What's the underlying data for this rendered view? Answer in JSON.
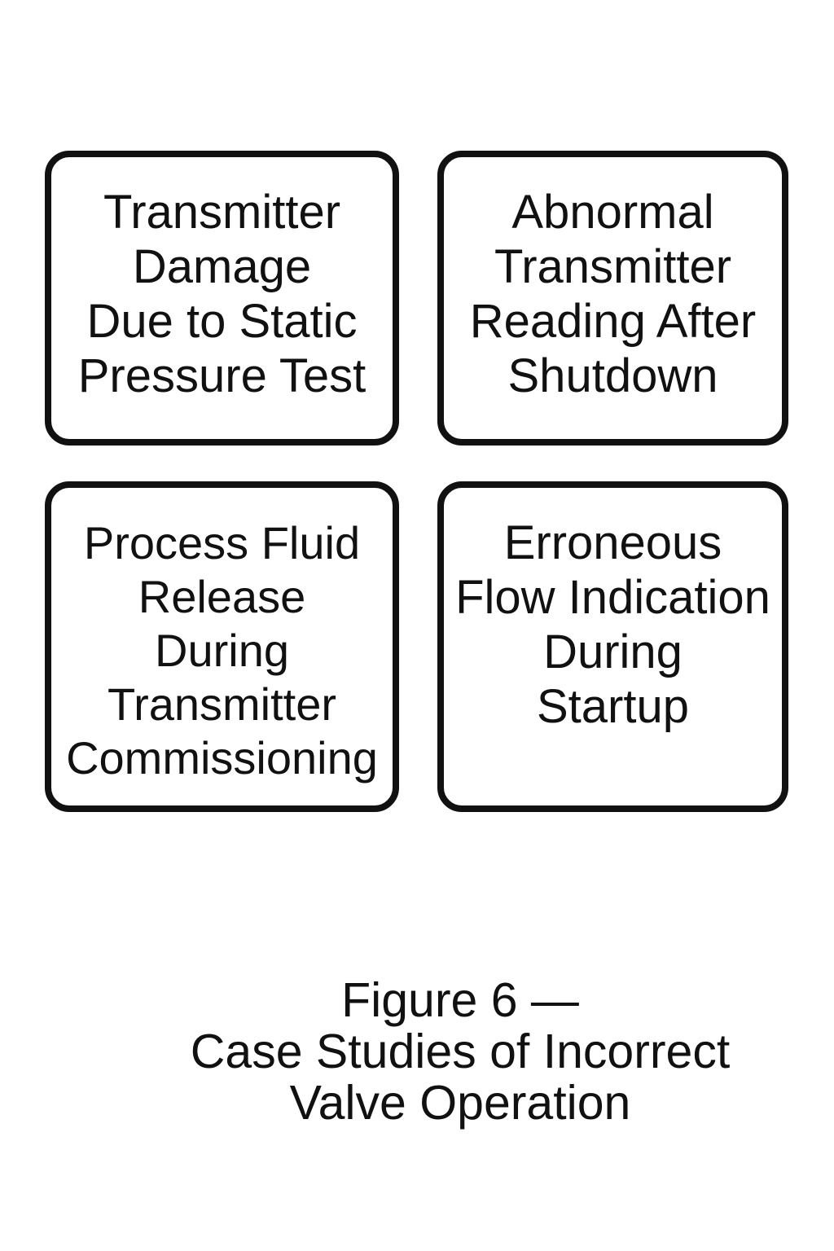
{
  "figure": {
    "boxes": [
      {
        "name": "transmitter-damage",
        "lines": [
          "Transmitter",
          "Damage",
          "Due to Static",
          "Pressure Test"
        ]
      },
      {
        "name": "abnormal-transmitter-reading",
        "lines": [
          "Abnormal",
          "Transmitter",
          "Reading After",
          "Shutdown"
        ]
      },
      {
        "name": "process-fluid-release",
        "lines": [
          "Process Fluid",
          "Release",
          "During",
          "Transmitter",
          "Commissioning"
        ]
      },
      {
        "name": "erroneous-flow-indication",
        "lines": [
          "Erroneous",
          "Flow Indication",
          "During",
          "Startup"
        ]
      }
    ],
    "caption": {
      "lines": [
        "Figure 6 —",
        "Case Studies of Incorrect",
        "Valve Operation"
      ]
    },
    "colors": {
      "ink": "#111111",
      "background": "#ffffff"
    }
  }
}
